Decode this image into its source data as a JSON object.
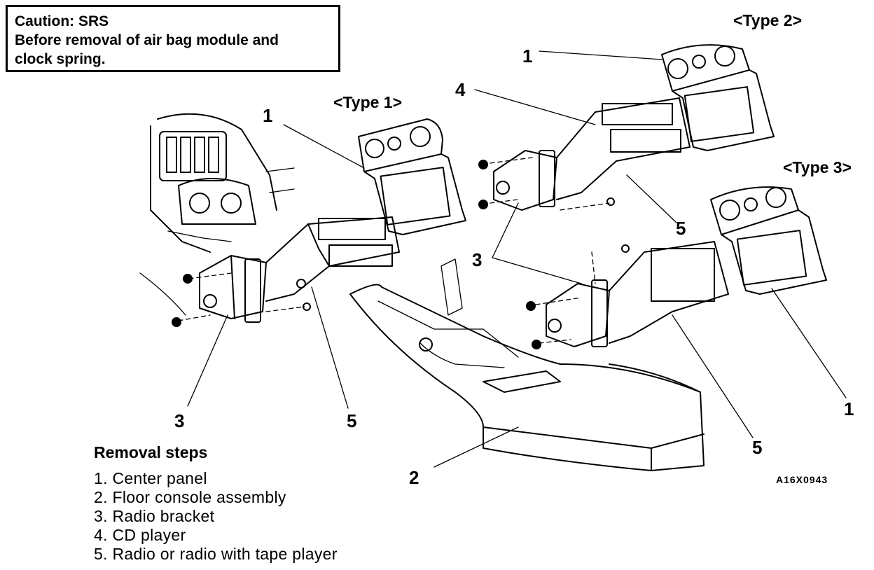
{
  "caution": {
    "title": "Caution: SRS",
    "line1": "Before removal of air bag module and",
    "line2": "clock spring."
  },
  "types": {
    "type1": "<Type 1>",
    "type2": "<Type 2>",
    "type3": "<Type 3>"
  },
  "callouts": {
    "c1_type1": "1",
    "c1_type2": "1",
    "c1_type3": "1",
    "c2": "2",
    "c3_left": "3",
    "c3_center": "3",
    "c4": "4",
    "c5_left": "5",
    "c5_top": "5",
    "c5_right": "5"
  },
  "removal_steps": {
    "title": "Removal steps",
    "items": [
      "1. Center panel",
      "2. Floor console assembly",
      "3. Radio bracket",
      "4. CD player",
      "5. Radio or radio with tape player"
    ]
  },
  "figure_code": "A16X0943"
}
